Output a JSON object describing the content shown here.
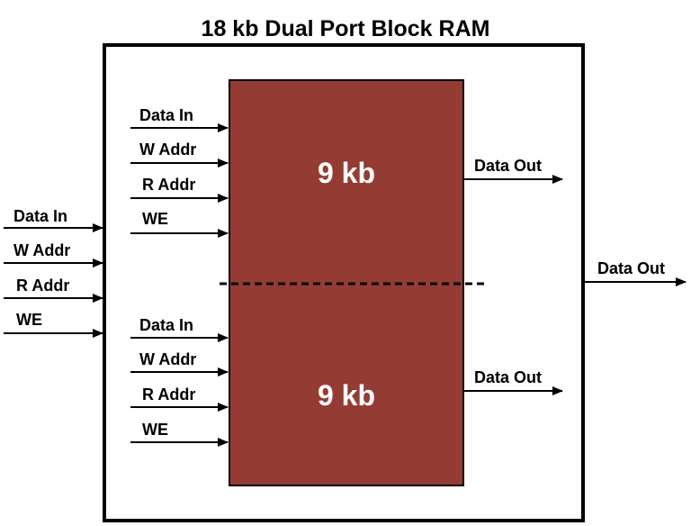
{
  "title": "18 kb Dual Port Block RAM",
  "colors": {
    "block_fill": "#943C34",
    "block_stroke": "#000000",
    "outline": "#000000",
    "block_text": "#ffffff"
  },
  "outer_inputs": [
    "Data In",
    "W Addr",
    "R Addr",
    "WE"
  ],
  "outer_output": "Data Out",
  "upper_block": {
    "inputs": [
      "Data In",
      "W Addr",
      "R Addr",
      "WE"
    ],
    "size_label": "9 kb",
    "output": "Data Out"
  },
  "lower_block": {
    "inputs": [
      "Data In",
      "W Addr",
      "R Addr",
      "WE"
    ],
    "size_label": "9 kb",
    "output": "Data Out"
  }
}
